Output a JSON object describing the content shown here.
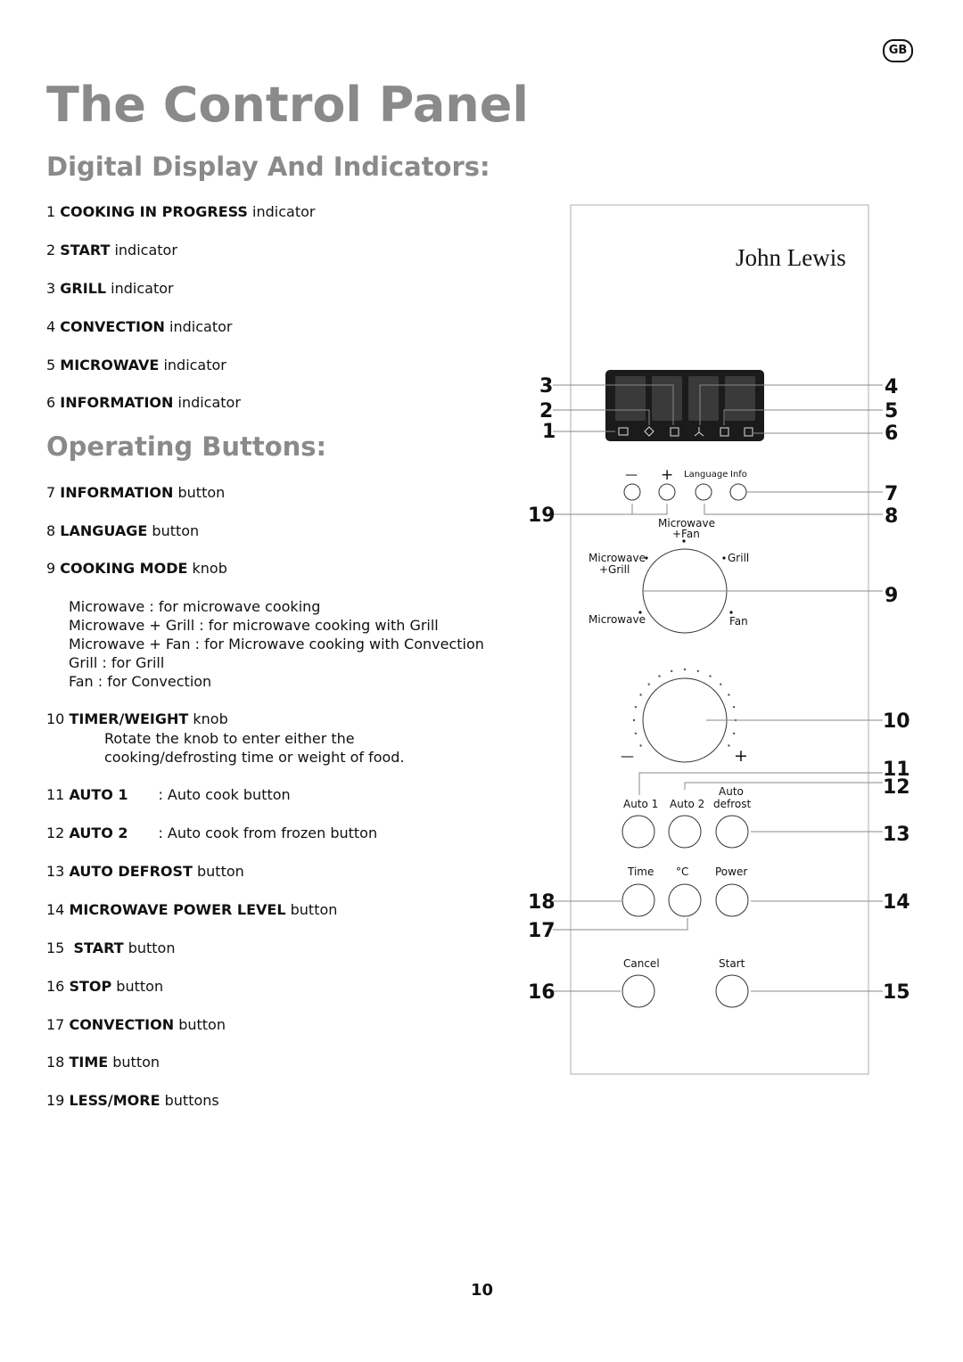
{
  "badge": "GB",
  "title": "The Control Panel",
  "section1": "Digital Display And Indicators:",
  "section2": "Operating Buttons:",
  "items": [
    {
      "num": "1",
      "bold": "COOKING IN PROGRESS",
      "rest": " indicator"
    },
    {
      "num": "2",
      "bold": "START",
      "rest": " indicator"
    },
    {
      "num": "3",
      "bold": "GRILL",
      "rest": " indicator"
    },
    {
      "num": "4",
      "bold": "CONVECTION",
      "rest": " indicator"
    },
    {
      "num": "5",
      "bold": "MICROWAVE",
      "rest": " indicator"
    },
    {
      "num": "6",
      "bold": "INFORMATION",
      "rest": " indicator"
    },
    {
      "num": "7",
      "bold": "INFORMATION",
      "rest": " button"
    },
    {
      "num": "8",
      "bold": "LANGUAGE",
      "rest": " button"
    },
    {
      "num": "9",
      "bold": "COOKING MODE",
      "rest": " knob"
    },
    {
      "num": "10",
      "bold": "TIMER/WEIGHT",
      "rest": " knob"
    },
    {
      "num": "11",
      "bold": "AUTO 1",
      "rest": ": Auto cook button"
    },
    {
      "num": "12",
      "bold": "AUTO 2",
      "rest": ": Auto cook from frozen button"
    },
    {
      "num": "13",
      "bold": "AUTO DEFROST",
      "rest": " button"
    },
    {
      "num": "14",
      "bold": "MICROWAVE POWER LEVEL",
      "rest": " button"
    },
    {
      "num": "15",
      "bold": "START",
      "rest": " button"
    },
    {
      "num": "16",
      "bold": "STOP",
      "rest": " button"
    },
    {
      "num": "17",
      "bold": "CONVECTION",
      "rest": " button"
    },
    {
      "num": "18",
      "bold": "TIME",
      "rest": " button"
    },
    {
      "num": "19",
      "bold": "LESS/MORE",
      "rest": " buttons"
    }
  ],
  "modes": [
    "Microwave : for microwave cooking",
    "Microwave + Grill : for microwave cooking with Grill",
    "Microwave + Fan : for Microwave cooking with Convection",
    "Grill : for Grill",
    "Fan : for Convection"
  ],
  "timer_desc": [
    "Rotate the knob to enter either the",
    "cooking/defrosting time or weight of food."
  ],
  "panel": {
    "brand": "John Lewis",
    "minus": "—",
    "plus": "+",
    "language": "Language",
    "info": "Info",
    "mw_fan_1": "Microwave",
    "mw_fan_2": "+Fan",
    "mw_grill_1": "Microwave",
    "mw_grill_2": "+Grill",
    "grill": "Grill",
    "microwave": "Microwave",
    "fan": "Fan",
    "knob_minus": "—",
    "knob_plus": "+",
    "auto1": "Auto 1",
    "auto2": "Auto 2",
    "auto_defrost_1": "Auto",
    "auto_defrost_2": "defrost",
    "time": "Time",
    "celsius": "°C",
    "power": "Power",
    "cancel": "Cancel",
    "start": "Start",
    "callouts": {
      "c1": "1",
      "c2": "2",
      "c3": "3",
      "c4": "4",
      "c5": "5",
      "c6": "6",
      "c7": "7",
      "c8": "8",
      "c9": "9",
      "c10": "10",
      "c11": "11",
      "c12": "12",
      "c13": "13",
      "c14": "14",
      "c15": "15",
      "c16": "16",
      "c17": "17",
      "c18": "18",
      "c19": "19"
    }
  },
  "page_number": "10"
}
